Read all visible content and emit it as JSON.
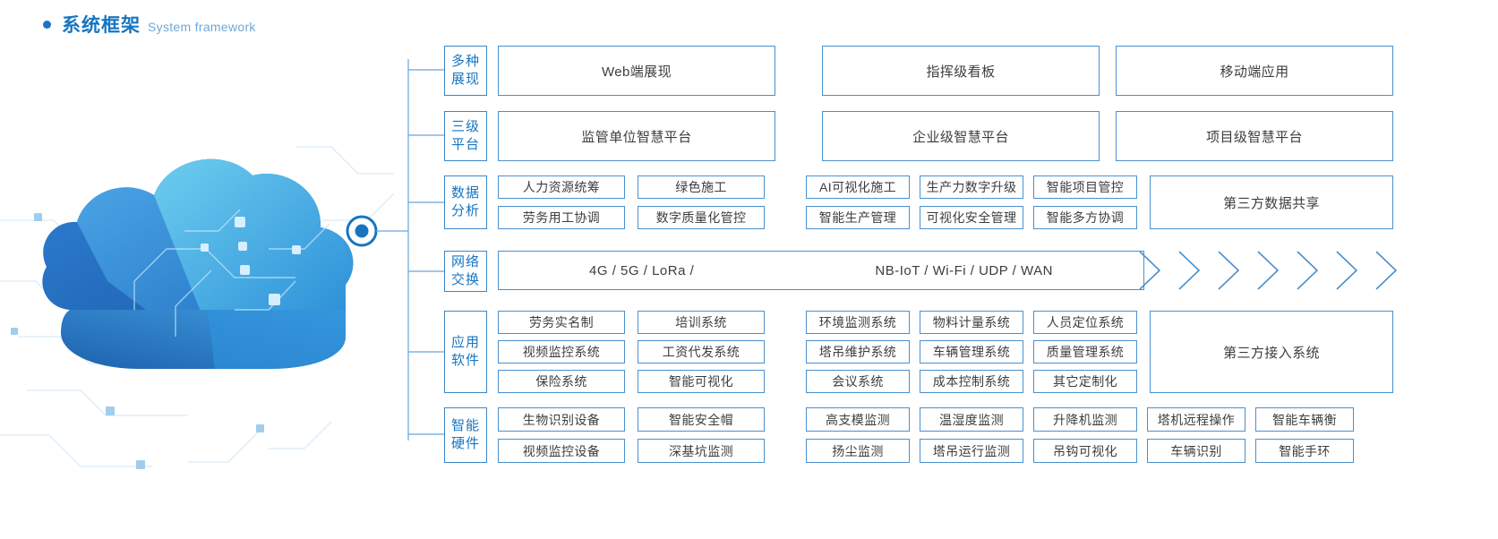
{
  "heading": {
    "cn": "系统框架",
    "en": "System framework",
    "accent": "#1775c0"
  },
  "colors": {
    "border": "#4a90cd",
    "rail_text": "#1775c0",
    "cell_text": "#3d3d3d",
    "accent": "#1b74c4"
  },
  "rows": [
    {
      "rail": [
        "多种",
        "展现"
      ],
      "type": "wide",
      "cells": [
        "Web端展现",
        "指挥级看板",
        "移动端应用"
      ]
    },
    {
      "rail": [
        "三级",
        "平台"
      ],
      "type": "wide",
      "cells": [
        "监管单位智慧平台",
        "企业级智慧平台",
        "项目级智慧平台"
      ]
    },
    {
      "rail": [
        "数据",
        "分析"
      ],
      "type": "grid",
      "left": [
        "人力资源统筹",
        "绿色施工",
        "劳务用工协调",
        "数字质量化管控"
      ],
      "middle": [
        "AI可视化施工",
        "生产力数字升级",
        "智能项目管控",
        "智能生产管理",
        "可视化安全管理",
        "智能多方协调"
      ],
      "right": "第三方数据共享"
    },
    {
      "rail": [
        "网络",
        "交换"
      ],
      "type": "banner",
      "banner_left": "4G / 5G / LoRa /",
      "banner_right": "NB-IoT / Wi-Fi / UDP / WAN",
      "chevron_count": 7
    },
    {
      "rail": [
        "应用",
        "软件"
      ],
      "type": "grid",
      "left": [
        "劳务实名制",
        "培训系统",
        "视频监控系统",
        "工资代发系统",
        "保险系统",
        "智能可视化"
      ],
      "middle": [
        "环境监测系统",
        "物料计量系统",
        "人员定位系统",
        "塔吊维护系统",
        "车辆管理系统",
        "质量管理系统",
        "会议系统",
        "成本控制系统",
        "其它定制化"
      ],
      "right": "第三方接入系统"
    },
    {
      "rail": [
        "智能",
        "硬件"
      ],
      "type": "hardware",
      "left": [
        "生物识别设备",
        "智能安全帽",
        "视频监控设备",
        "深基坑监测"
      ],
      "middle": [
        "高支模监测",
        "温湿度监测",
        "升降机监测",
        "扬尘监测",
        "塔吊运行监测",
        "吊钩可视化"
      ],
      "right": [
        "塔机远程操作",
        "智能车辆衡",
        "车辆识别",
        "智能手环"
      ]
    }
  ]
}
